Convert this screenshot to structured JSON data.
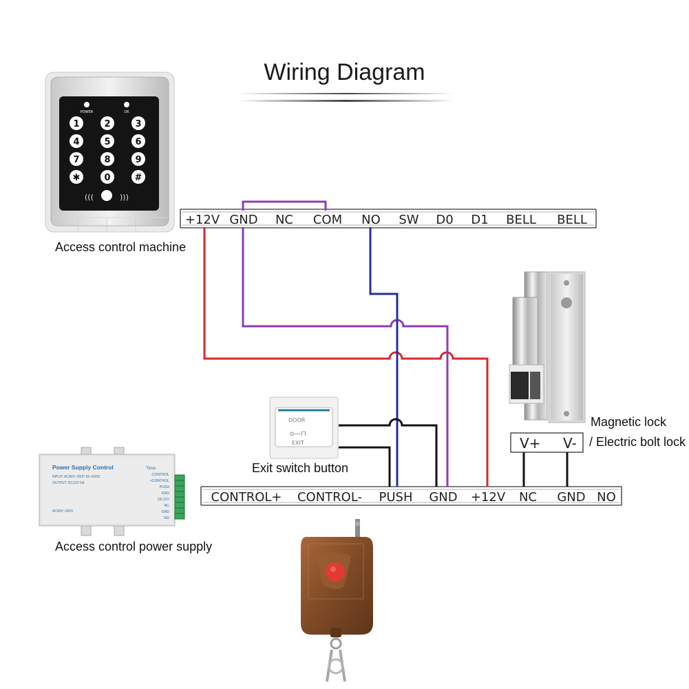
{
  "title": "Wiring Diagram",
  "captions": {
    "access_machine": "Access control machine",
    "power_supply": "Access control power supply",
    "exit_button": "Exit switch button",
    "lock_line1": "Magnetic lock",
    "lock_line2": "/ Electric bolt lock"
  },
  "top_terminals": [
    "+12V",
    "GND",
    "NC",
    "COM",
    "NO",
    "SW",
    "D0",
    "D1",
    "BELL",
    "BELL"
  ],
  "bottom_terminals": [
    "CONTROL+",
    "CONTROL-",
    "PUSH",
    "GND",
    "+12V",
    "NC",
    "GND",
    "NO"
  ],
  "lock_terminals": [
    "V+",
    "V-"
  ],
  "keypad": {
    "leds": [
      "POWER",
      "OK"
    ],
    "keys": [
      "1",
      "2",
      "3",
      "4",
      "5",
      "6",
      "7",
      "8",
      "9",
      "✱",
      "0",
      "#"
    ]
  },
  "exit_plate": {
    "line1": "DOOR",
    "line2": "EXIT"
  },
  "psu_label": {
    "brand": "Power Supply Control",
    "time": "Time",
    "input": "INPUT:  AC90V~260V 50~60HZ",
    "output": "OUTPUT:  DC12V 5A",
    "ac": "AC90V~260V",
    "terminals": [
      "-CONTROL",
      "+CONTROL",
      "PUSH",
      "GND",
      "DC12V",
      "NC",
      "GND",
      "NO"
    ]
  },
  "colors": {
    "red_wire": "#d42a2a",
    "purple_wire": "#8c3cb5",
    "blue_wire": "#23309b",
    "black_wire": "#111111"
  }
}
